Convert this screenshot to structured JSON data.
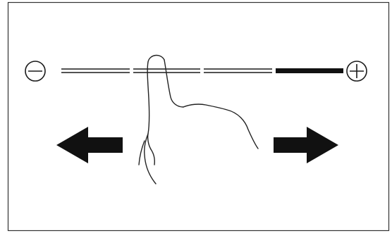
{
  "illustration": {
    "subject": "slider-swipe-gesture",
    "slider": {
      "segment_count": 4,
      "active_segment": 4,
      "minus_icon": "minus-circle-icon",
      "plus_icon": "plus-circle-icon"
    },
    "arrows": {
      "left_icon": "arrow-left-icon",
      "right_icon": "arrow-right-icon"
    },
    "hand_icon": "pointing-hand-icon"
  },
  "colors": {
    "background": "#ffffff",
    "frame": "#333333",
    "ink": "#1a1a1a",
    "arrow_fill": "#111111",
    "hand_stroke": "#222222"
  }
}
